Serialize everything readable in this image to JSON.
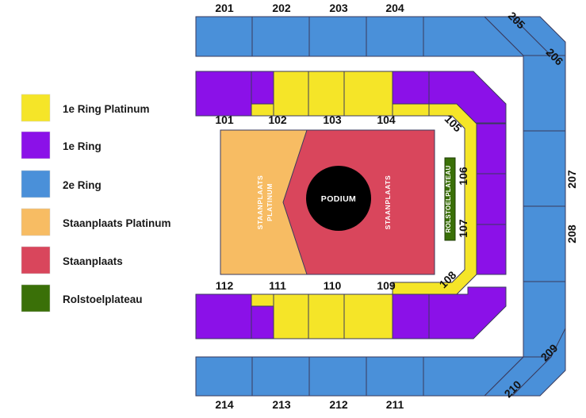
{
  "colors": {
    "ring1_platinum": "#F5E528",
    "ring1": "#8B11E8",
    "ring2": "#4A90D9",
    "standing_platinum": "#F7BC63",
    "standing": "#D9465C",
    "wheelchair": "#3A7008",
    "podium": "#000000",
    "outline": "#3A3A5C",
    "background": "#FFFFFF"
  },
  "legend": {
    "items": [
      {
        "label": "1e Ring Platinum",
        "color": "#F5E528",
        "swatch_name": "legend-swatch-1e-ring-platinum"
      },
      {
        "label": "1e Ring",
        "color": "#8B11E8",
        "swatch_name": "legend-swatch-1e-ring"
      },
      {
        "label": "2e Ring",
        "color": "#4A90D9",
        "swatch_name": "legend-swatch-2e-ring"
      },
      {
        "label": "Staanplaats Platinum",
        "color": "#F7BC63",
        "swatch_name": "legend-swatch-staanplaats-platinum"
      },
      {
        "label": "Staanplaats",
        "color": "#D9465C",
        "swatch_name": "legend-swatch-staanplaats"
      },
      {
        "label": "Rolstoelplateau",
        "color": "#3A7008",
        "swatch_name": "legend-swatch-rolstoelplateau"
      }
    ]
  },
  "floor": {
    "standing_platinum_label_line1": "STAANPLAATS",
    "standing_platinum_label_line2": "PLATINUM",
    "standing_label": "STAANPLAATS",
    "podium_label": "PODIUM",
    "wheelchair_label": "ROLSTOELPLATEAU"
  },
  "sections": {
    "ring2_top": [
      {
        "id": "201",
        "label": "201"
      },
      {
        "id": "202",
        "label": "202"
      },
      {
        "id": "203",
        "label": "203"
      },
      {
        "id": "204",
        "label": "204"
      }
    ],
    "ring2_corner_top_right": [
      {
        "id": "205",
        "label": "205"
      },
      {
        "id": "206",
        "label": "206"
      }
    ],
    "ring2_right": [
      {
        "id": "207",
        "label": "207"
      },
      {
        "id": "208",
        "label": "208"
      }
    ],
    "ring2_corner_bottom_right": [
      {
        "id": "209",
        "label": "209"
      },
      {
        "id": "210",
        "label": "210"
      }
    ],
    "ring2_bottom": [
      {
        "id": "211",
        "label": "211"
      },
      {
        "id": "212",
        "label": "212"
      },
      {
        "id": "213",
        "label": "213"
      },
      {
        "id": "214",
        "label": "214"
      }
    ],
    "ring1_top": [
      {
        "id": "101",
        "label": "101"
      },
      {
        "id": "102",
        "label": "102"
      },
      {
        "id": "103",
        "label": "103"
      },
      {
        "id": "104",
        "label": "104"
      }
    ],
    "ring1_right": [
      {
        "id": "105",
        "label": "105"
      },
      {
        "id": "106",
        "label": "106"
      },
      {
        "id": "107",
        "label": "107"
      },
      {
        "id": "108",
        "label": "108"
      }
    ],
    "ring1_bottom": [
      {
        "id": "109",
        "label": "109"
      },
      {
        "id": "110",
        "label": "110"
      },
      {
        "id": "111",
        "label": "111"
      },
      {
        "id": "112",
        "label": "112"
      }
    ]
  }
}
